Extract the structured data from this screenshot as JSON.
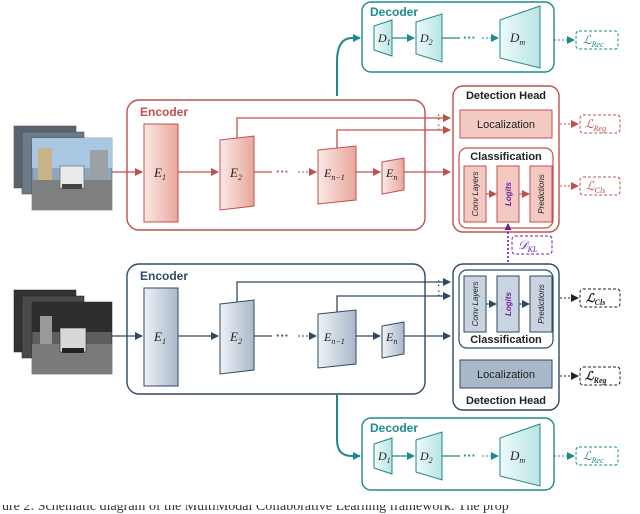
{
  "colors": {
    "red": "#c0504d",
    "red_fill_light": "#fbe9e6",
    "red_fill_mid": "#f3c9c2",
    "red_fill_dark": "#e8a69b",
    "blue": "#2e4a66",
    "blue_fill_light": "#eef2f6",
    "blue_fill_mid": "#c9d4e0",
    "blue_fill_dark": "#a9b8c9",
    "teal": "#1f8a8a",
    "teal_fill": "#d9f0f0",
    "purple": "#6a1fa8"
  },
  "top_branch": {
    "encoder_title": "Encoder",
    "layers": [
      "E",
      "E",
      "E",
      "E"
    ],
    "layer_subscripts": [
      "1",
      "2",
      "n−1",
      "n"
    ],
    "detection_head": {
      "title": "Detection Head",
      "localization": "Localization",
      "classification_title": "Classification",
      "columns": [
        "Conv Layers",
        "Logits",
        "Predictions"
      ]
    },
    "losses": [
      {
        "symbol": "ℒ",
        "subscript": "Reg"
      },
      {
        "symbol": "ℒ",
        "subscript": "Cls"
      }
    ]
  },
  "top_decoder": {
    "title": "Decoder",
    "layers": [
      "D",
      "D",
      "D"
    ],
    "layer_subscripts": [
      "1",
      "2",
      "m"
    ],
    "loss": {
      "symbol": "ℒ",
      "subscript": "Rec"
    }
  },
  "kl": {
    "symbol": "𝒟",
    "subscript": "KL"
  },
  "bottom_branch": {
    "encoder_title": "Encoder",
    "layers": [
      "E",
      "E",
      "E",
      "E"
    ],
    "layer_subscripts": [
      "1",
      "2",
      "n−1",
      "n"
    ],
    "detection_head": {
      "title": "Detection Head",
      "localization": "Localization",
      "classification_title": "Classification",
      "columns": [
        "Conv Layers",
        "Logits",
        "Predictions"
      ]
    },
    "losses": [
      {
        "symbol": "ℒ",
        "subscript": "Cls"
      },
      {
        "symbol": "ℒ",
        "subscript": "Reg"
      }
    ]
  },
  "bottom_decoder": {
    "title": "Decoder",
    "layers": [
      "D",
      "D",
      "D"
    ],
    "layer_subscripts": [
      "1",
      "2",
      "m"
    ],
    "loss": {
      "symbol": "ℒ",
      "subscript": "Rec"
    }
  },
  "caption": "ure 2: Schematic diagram of the MultiModal Collaborative Learning framework. The prop"
}
